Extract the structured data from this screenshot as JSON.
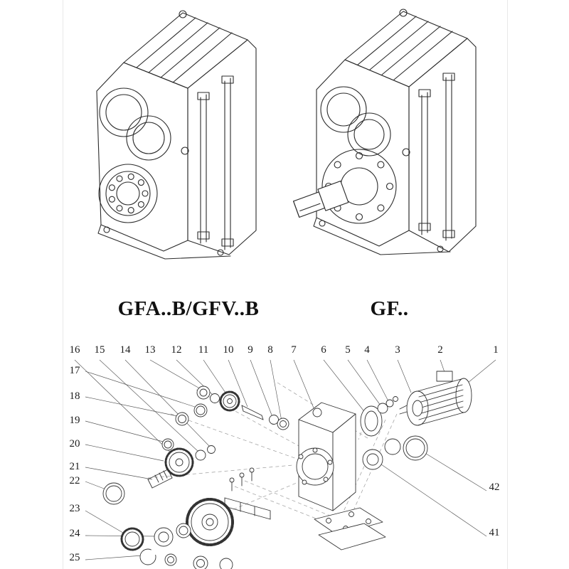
{
  "page": {
    "background": "#ffffff",
    "ink_color": "#2b2b2b",
    "edge_line_color": "#e8e8e8"
  },
  "models": {
    "left_label": "GFA..B/GFV..B",
    "right_label": "GF.."
  },
  "exploded": {
    "top_row": [
      "16",
      "15",
      "14",
      "13",
      "12",
      "11",
      "10",
      "9",
      "8",
      "7",
      "6",
      "5",
      "4",
      "3",
      "2",
      "1"
    ],
    "left_col": [
      "17",
      "18",
      "19",
      "20",
      "21",
      "22",
      "23",
      "24",
      "25"
    ],
    "right_col": [
      "42",
      "41"
    ]
  }
}
